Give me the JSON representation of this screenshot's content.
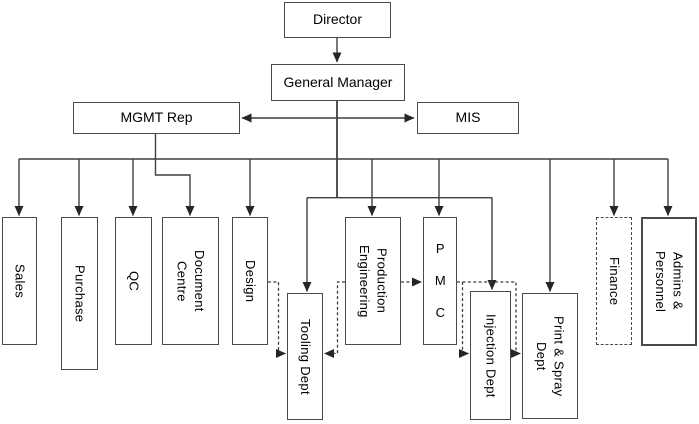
{
  "diagram": {
    "type": "org-chart",
    "nodes": {
      "director": {
        "label": "Director"
      },
      "general_manager": {
        "label": "General Manager"
      },
      "mgmt_rep": {
        "label": "MGMT Rep"
      },
      "mis": {
        "label": "MIS"
      },
      "sales": {
        "label": "Sales"
      },
      "purchase": {
        "label": "Purchase"
      },
      "qc": {
        "label": "QC"
      },
      "document_centre": {
        "label": "Document\nCentre"
      },
      "design": {
        "label": "Design"
      },
      "tooling_dept": {
        "label": "Tooling Dept"
      },
      "production_engineering": {
        "label": "Production\nEngineering"
      },
      "pmc": {
        "label": "P M C"
      },
      "injection_dept": {
        "label": "Injection Dept"
      },
      "print_spray_dept": {
        "label": "Print & Spray\nDept"
      },
      "finance": {
        "label": "Finance"
      },
      "admins_personnel": {
        "label": "Admins &\nPersonnel"
      }
    },
    "edges": [
      {
        "from": "director",
        "to": "general_manager",
        "style": "solid",
        "arrows": "end"
      },
      {
        "from": "mgmt_rep",
        "to": "mis",
        "style": "solid",
        "arrows": "both"
      },
      {
        "from": "general_manager",
        "to": "sales",
        "style": "solid",
        "arrows": "end"
      },
      {
        "from": "general_manager",
        "to": "purchase",
        "style": "solid",
        "arrows": "end"
      },
      {
        "from": "general_manager",
        "to": "qc",
        "style": "solid",
        "arrows": "end"
      },
      {
        "from": "general_manager",
        "to": "design",
        "style": "solid",
        "arrows": "end"
      },
      {
        "from": "general_manager",
        "to": "tooling_dept",
        "style": "solid",
        "arrows": "end"
      },
      {
        "from": "general_manager",
        "to": "production_engineering",
        "style": "solid",
        "arrows": "end"
      },
      {
        "from": "general_manager",
        "to": "pmc",
        "style": "solid",
        "arrows": "end"
      },
      {
        "from": "general_manager",
        "to": "injection_dept",
        "style": "solid",
        "arrows": "end"
      },
      {
        "from": "general_manager",
        "to": "print_spray_dept",
        "style": "solid",
        "arrows": "end"
      },
      {
        "from": "general_manager",
        "to": "finance",
        "style": "solid",
        "arrows": "end"
      },
      {
        "from": "general_manager",
        "to": "admins_personnel",
        "style": "solid",
        "arrows": "end"
      },
      {
        "from": "mgmt_rep",
        "to": "document_centre",
        "style": "solid",
        "arrows": "end"
      },
      {
        "from": "design",
        "to": "tooling_dept",
        "style": "dashed",
        "arrows": "end"
      },
      {
        "from": "production_engineering",
        "to": "tooling_dept",
        "style": "dashed",
        "arrows": "end"
      },
      {
        "from": "production_engineering",
        "to": "pmc",
        "style": "dashed",
        "arrows": "end"
      },
      {
        "from": "pmc",
        "to": "injection_dept",
        "style": "dashed",
        "arrows": "end"
      },
      {
        "from": "pmc",
        "to": "print_spray_dept",
        "style": "dashed",
        "arrows": "end"
      }
    ],
    "colors": {
      "line": "#3f3f3f",
      "arrow_fill": "#262626",
      "box_border": "#4a4a4a",
      "text": "#000000",
      "background": "#ffffff"
    }
  }
}
